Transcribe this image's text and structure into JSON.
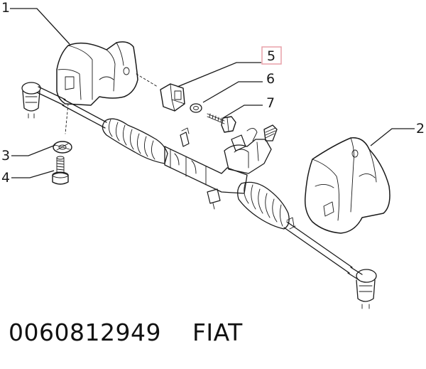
{
  "callouts": {
    "c1": "1",
    "c2": "2",
    "c3": "3",
    "c4": "4",
    "c5": "5",
    "c6": "6",
    "c7": "7"
  },
  "footer": {
    "part_number": "0060812949",
    "brand": "FIAT"
  },
  "colors": {
    "highlight_box": "#e8a0a8",
    "ink": "#1a1a1a"
  }
}
